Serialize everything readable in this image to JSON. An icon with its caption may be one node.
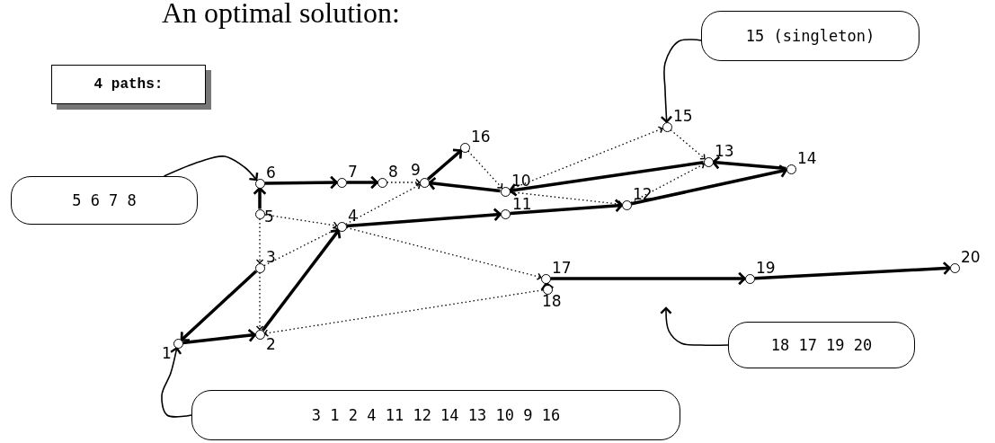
{
  "diagram": {
    "title": "An optimal solution:",
    "nodes": [
      {
        "text": [
          "4 paths:"
        ]
      },
      {
        "text": [
          "15 (singleton)"
        ]
      },
      {
        "text": [
          "5 6 7 8"
        ]
      },
      {
        "text": [],
        "shape": "circle",
        "beside": [
          "1"
        ]
      },
      {
        "text": [],
        "shape": "circle",
        "beside": [
          "2"
        ]
      },
      {
        "text": [],
        "shape": "circle",
        "beside": [
          "3"
        ]
      },
      {
        "text": [],
        "shape": "circle",
        "beside": [
          "4"
        ]
      },
      {
        "text": [],
        "shape": "circle",
        "beside": [
          "5"
        ]
      },
      {
        "text": [],
        "shape": "circle",
        "beside": [
          "6"
        ]
      },
      {
        "text": [],
        "shape": "circle",
        "beside": [
          "7"
        ]
      },
      {
        "text": [],
        "shape": "circle",
        "beside": [
          "8"
        ]
      },
      {
        "text": [],
        "shape": "circle",
        "beside": [
          "9"
        ]
      },
      {
        "text": [],
        "shape": "circle",
        "beside": [
          "10"
        ]
      },
      {
        "text": [],
        "shape": "circle",
        "beside": [
          "11"
        ]
      },
      {
        "text": [],
        "shape": "circle",
        "beside": [
          "12"
        ]
      },
      {
        "text": [],
        "shape": "circle",
        "beside": [
          "13"
        ]
      },
      {
        "text": [],
        "shape": "circle",
        "beside": [
          "14"
        ]
      },
      {
        "text": [],
        "shape": "circle",
        "beside": [
          "15"
        ]
      },
      {
        "text": [],
        "shape": "circle",
        "beside": [
          "16"
        ]
      },
      {
        "text": [],
        "shape": "circle",
        "beside": [
          "17"
        ]
      },
      {
        "text": [],
        "shape": "circle",
        "beside": [
          "18"
        ]
      },
      {
        "text": [],
        "shape": "circle",
        "beside": [
          "19"
        ]
      },
      {
        "text": [],
        "shape": "circle",
        "beside": [
          "20"
        ]
      },
      {
        "text": [
          "18 17 19 20"
        ]
      },
      {
        "text": [
          "3 1 2 4 11 12 14 13 10 9 16"
        ]
      }
    ],
    "edges": [
      {
        "from": 2,
        "to": 8,
        "arrow": "to"
      },
      {
        "from": 1,
        "to": 17,
        "arrow": "to"
      },
      {
        "from": 23,
        "to": null,
        "arrow": "to"
      },
      {
        "from": 24,
        "to": 3,
        "arrow": "to"
      },
      {
        "from": 7,
        "to": 8,
        "arrow": "to",
        "style": "thick"
      },
      {
        "from": 8,
        "to": 9,
        "arrow": "to",
        "style": "thick"
      },
      {
        "from": 9,
        "to": 10,
        "arrow": "to",
        "style": "thick"
      },
      {
        "from": 5,
        "to": 3,
        "arrow": "to",
        "style": "thick"
      },
      {
        "from": 3,
        "to": 4,
        "arrow": "to",
        "style": "thick"
      },
      {
        "from": 4,
        "to": 6,
        "arrow": "to",
        "style": "thick"
      },
      {
        "from": 6,
        "to": 13,
        "arrow": "to",
        "style": "thick"
      },
      {
        "from": 13,
        "to": 14,
        "arrow": "to",
        "style": "thick"
      },
      {
        "from": 14,
        "to": 16,
        "arrow": "to",
        "style": "thick"
      },
      {
        "from": 16,
        "to": 15,
        "arrow": "to",
        "style": "thick"
      },
      {
        "from": 15,
        "to": 12,
        "arrow": "to",
        "style": "thick"
      },
      {
        "from": 12,
        "to": 11,
        "arrow": "to",
        "style": "thick"
      },
      {
        "from": 11,
        "to": 18,
        "arrow": "to",
        "style": "thick"
      },
      {
        "from": 20,
        "to": 19,
        "arrow": "to",
        "style": "thick"
      },
      {
        "from": 19,
        "to": 21,
        "arrow": "to",
        "style": "thick"
      },
      {
        "from": 21,
        "to": 22,
        "arrow": "to",
        "style": "thick"
      },
      {
        "from": 7,
        "to": 5,
        "arrow": "to",
        "style": "dashed"
      },
      {
        "from": 5,
        "to": 4,
        "arrow": "to",
        "style": "dashed"
      },
      {
        "from": 7,
        "to": 6,
        "arrow": "to",
        "style": "dashed"
      },
      {
        "from": 5,
        "to": 6,
        "arrow": "to",
        "style": "dashed"
      },
      {
        "from": 6,
        "to": 11,
        "arrow": "to",
        "style": "dashed"
      },
      {
        "from": 10,
        "to": 11,
        "arrow": "to",
        "style": "dashed"
      },
      {
        "from": 6,
        "to": 19,
        "arrow": "to",
        "style": "dashed"
      },
      {
        "from": 20,
        "to": 4,
        "arrow": "to",
        "style": "dashed"
      },
      {
        "from": 18,
        "to": 12,
        "arrow": "to",
        "style": "dashed"
      },
      {
        "from": 12,
        "to": 17,
        "arrow": "to",
        "style": "dashed"
      },
      {
        "from": 17,
        "to": 15,
        "arrow": "to",
        "style": "dashed"
      },
      {
        "from": 12,
        "to": 14,
        "arrow": "to",
        "style": "dashed"
      },
      {
        "from": 14,
        "to": 15,
        "arrow": "to",
        "style": "dashed"
      }
    ]
  }
}
